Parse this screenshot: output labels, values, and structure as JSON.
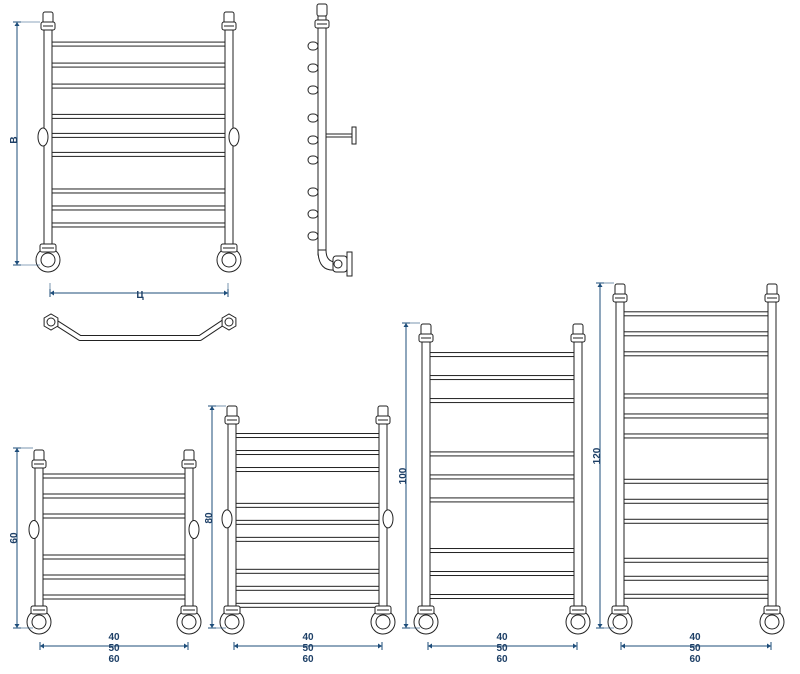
{
  "colors": {
    "line": "#222222",
    "dim": "#1d4d7a",
    "fill": "#ffffff"
  },
  "top_front": {
    "height_label": "В",
    "width_label": "Ц"
  },
  "models": [
    {
      "height_label": "60",
      "widths": [
        "40",
        "50",
        "60"
      ]
    },
    {
      "height_label": "80",
      "widths": [
        "40",
        "50",
        "60"
      ]
    },
    {
      "height_label": "100",
      "widths": [
        "40",
        "50",
        "60"
      ]
    },
    {
      "height_label": "120",
      "widths": [
        "40",
        "50",
        "60"
      ]
    }
  ]
}
